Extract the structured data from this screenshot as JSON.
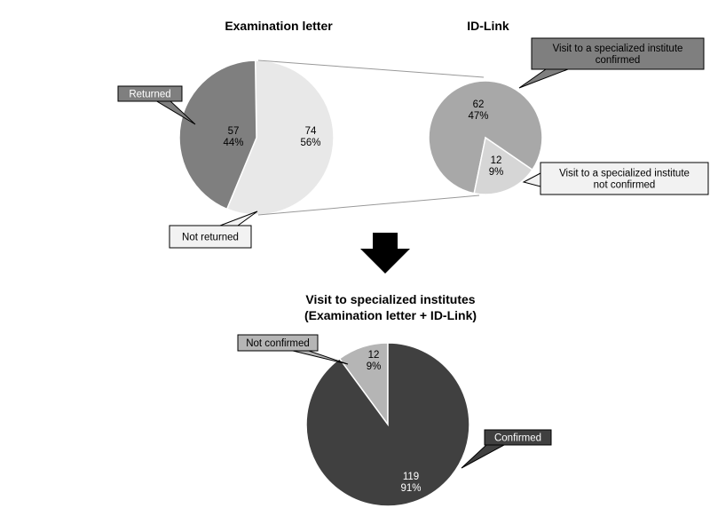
{
  "colors": {
    "returned": "#7f7f7f",
    "not_returned": "#e8e8e8",
    "idlink_confirmed": "#a8a8a8",
    "idlink_not_confirmed": "#d6d6d6",
    "combined_confirmed": "#404040",
    "combined_not_confirmed": "#b5b5b5",
    "outline": "#ffffff",
    "arrow": "#000000"
  },
  "chart_data": [
    {
      "type": "pie",
      "title": "Examination letter",
      "slices": [
        {
          "label": "Returned",
          "count": 57,
          "percent": "44%",
          "value": 57
        },
        {
          "label": "Not returned",
          "count": 74,
          "percent": "56%",
          "value": 74
        }
      ]
    },
    {
      "type": "pie",
      "title": "ID-Link",
      "slices": [
        {
          "label": "Visit to a specialized institute confirmed",
          "label_lines": [
            "Visit to a specialized institute",
            "confirmed"
          ],
          "count": 62,
          "percent": "47%",
          "value": 62
        },
        {
          "label": "Visit to a specialized institute not confirmed",
          "label_lines": [
            "Visit to a specialized institute",
            "not confirmed"
          ],
          "count": 12,
          "percent": "9%",
          "value": 12
        }
      ]
    },
    {
      "type": "pie",
      "title": "Visit to specialized institutes",
      "subtitle": "(Examination letter + ID-Link)",
      "slices": [
        {
          "label": "Confirmed",
          "count": 119,
          "percent": "91%",
          "value": 119
        },
        {
          "label": "Not confirmed",
          "count": 12,
          "percent": "9%",
          "value": 12
        }
      ]
    }
  ]
}
